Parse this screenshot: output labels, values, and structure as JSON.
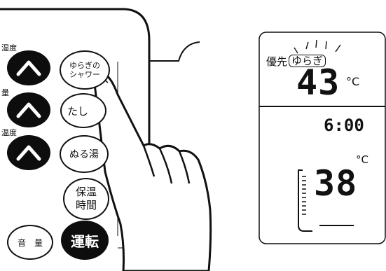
{
  "remote": {
    "side_labels": {
      "upper": "湿度",
      "middle": "量",
      "lower": "温度"
    },
    "buttons": {
      "yuragi_shower": {
        "line1": "ゆらぎの",
        "line2": "シャワー"
      },
      "tashiyu": "たし",
      "nuruyu": "ぬる湯",
      "hoon_jikan": {
        "line1": "保温",
        "line2": "時間"
      },
      "volume": "音　量",
      "run": "運転"
    }
  },
  "display": {
    "priority_label": "優先",
    "yuragi_label": "ゆらぎ",
    "temp_top": "43",
    "unit_top": "°C",
    "clock": "6:00",
    "unit_bottom": "°C",
    "temp_bottom": "38"
  },
  "colors": {
    "ink": "#111111",
    "paper": "#ffffff"
  }
}
